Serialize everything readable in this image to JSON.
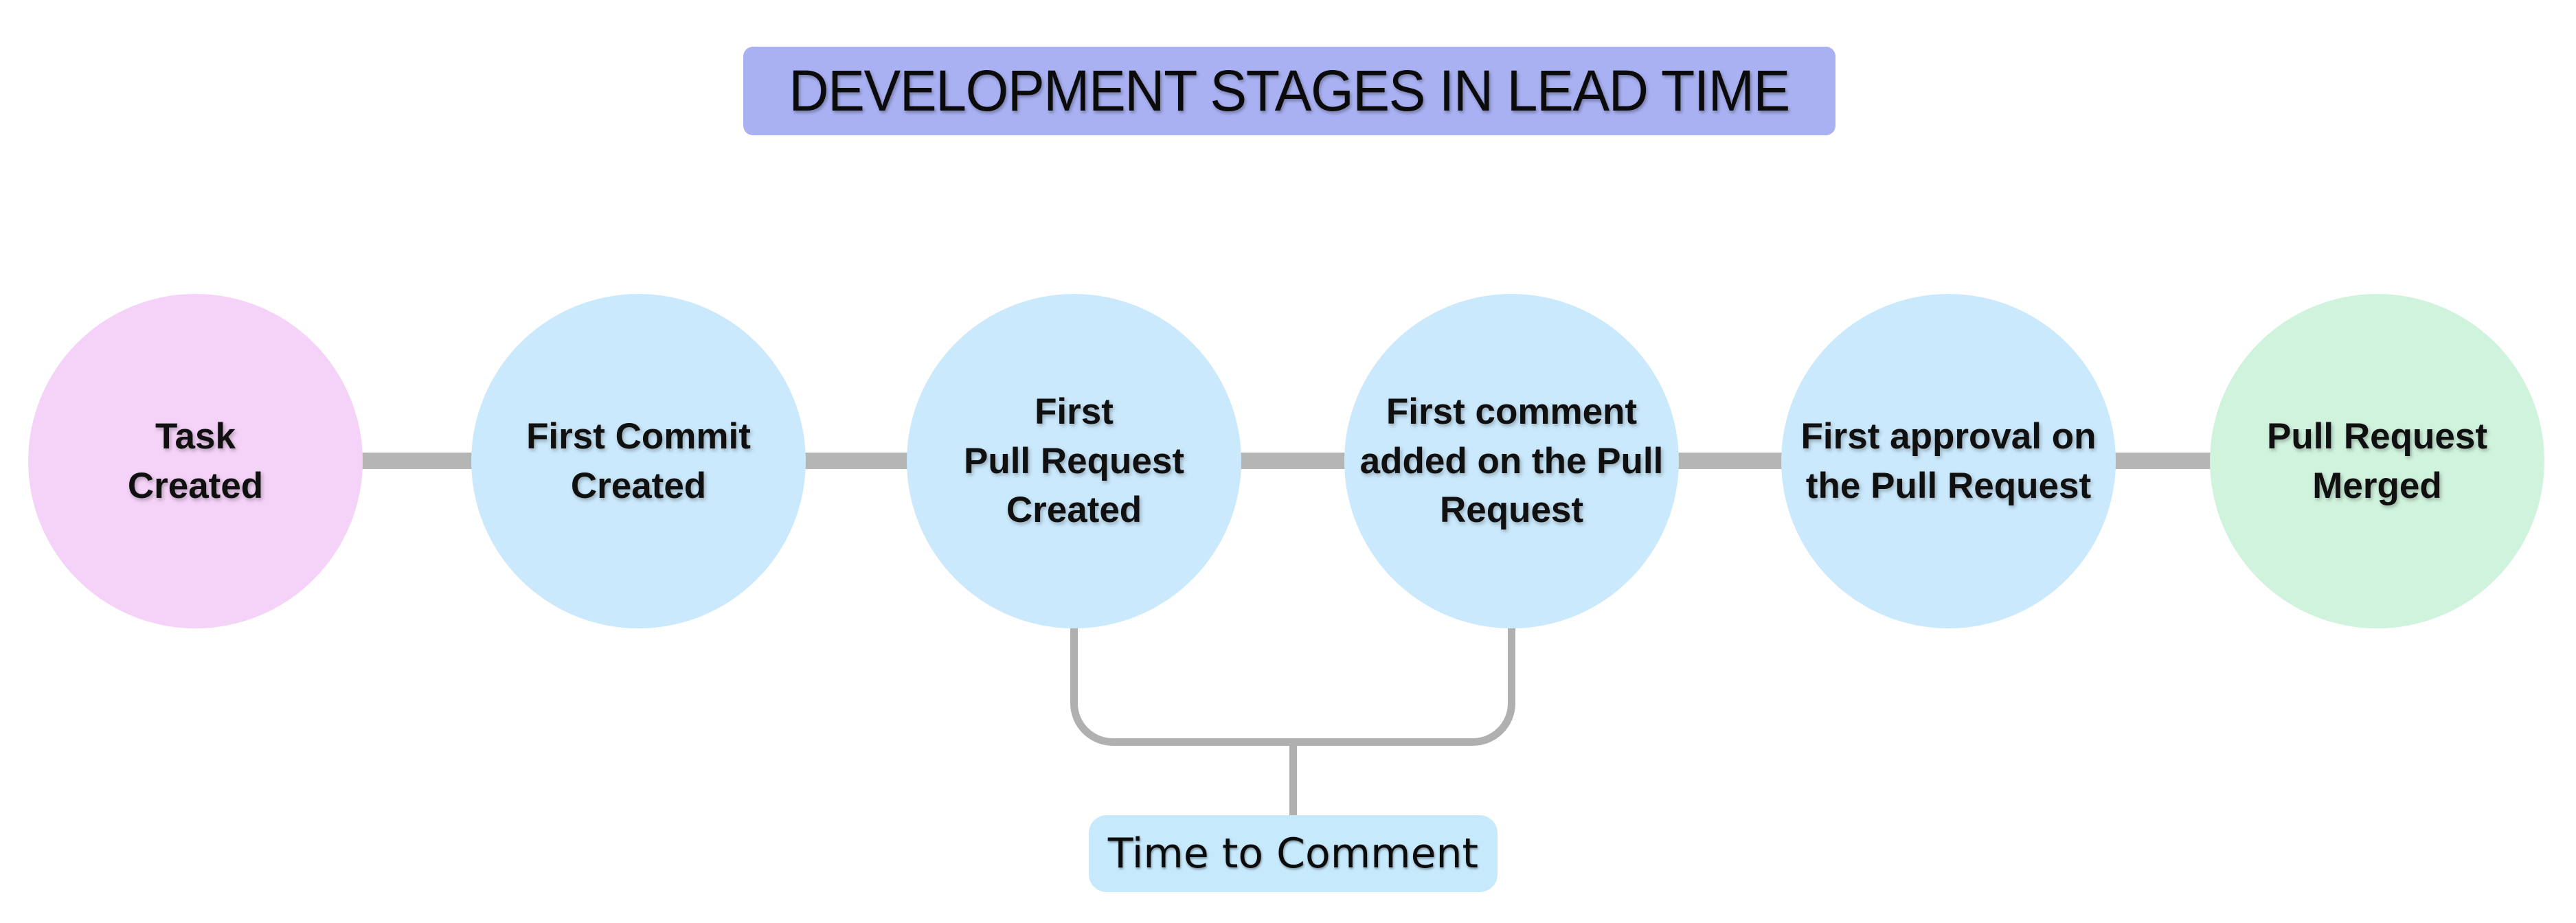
{
  "title": {
    "text": "DEVELOPMENT STAGES IN LEAD TIME",
    "bg_color": "#a9b1f2"
  },
  "stages": [
    {
      "id": "task-created",
      "label": "Task\nCreated",
      "color": "#f5d2f7"
    },
    {
      "id": "first-commit-created",
      "label": "First Commit\nCreated",
      "color": "#cbe9fc"
    },
    {
      "id": "first-pull-request-created",
      "label": "First\nPull Request\nCreated",
      "color": "#cbe9fc"
    },
    {
      "id": "first-comment-added",
      "label": "First comment\nadded on the Pull\nRequest",
      "color": "#cbe9fc"
    },
    {
      "id": "first-approval",
      "label": "First approval on\nthe Pull Request",
      "color": "#cbe9fc"
    },
    {
      "id": "pull-request-merged",
      "label": "Pull Request\nMerged",
      "color": "#d0f3de"
    }
  ],
  "connector_color": "#b5b5b5",
  "annotation": {
    "label": "Time to Comment",
    "bg_color": "#c7e9fc",
    "bracket_color": "#b0b0b0",
    "connects": [
      "first-pull-request-created",
      "first-comment-added"
    ]
  }
}
